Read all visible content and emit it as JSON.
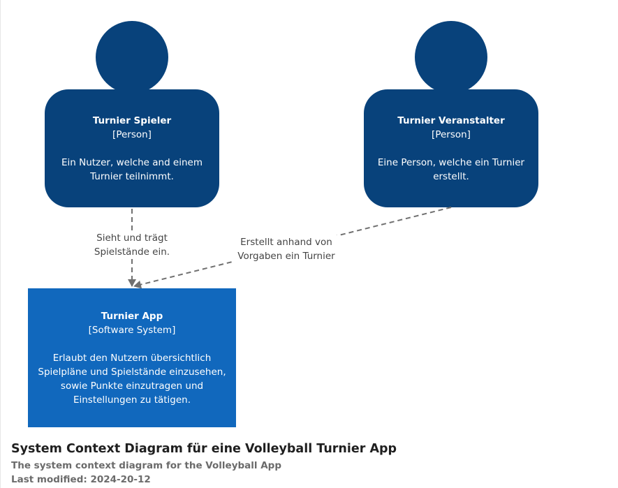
{
  "colors": {
    "person": "#08427B",
    "system": "#1168BD",
    "edge": "#707070"
  },
  "nodes": {
    "player": {
      "title": "Turnier Spieler",
      "type": "[Person]",
      "desc1": "Ein Nutzer, welche and einem",
      "desc2": "Turnier teilnimmt."
    },
    "organizer": {
      "title": "Turnier Veranstalter",
      "type": "[Person]",
      "desc1": "Eine Person, welche ein Turnier",
      "desc2": "erstellt."
    },
    "app": {
      "title": "Turnier App",
      "type": "[Software System]",
      "desc1": "Erlaubt den Nutzern übersichtlich",
      "desc2": "Spielpläne und Spielstände einzusehen,",
      "desc3": "sowie Punkte einzutragen und",
      "desc4": "Einstellungen zu tätigen."
    }
  },
  "edges": {
    "player_to_app": {
      "line1": "Sieht und trägt",
      "line2": "Spielstände ein."
    },
    "organizer_to_app": {
      "line1": "Erstellt anhand von",
      "line2": "Vorgaben ein Turnier"
    }
  },
  "footer": {
    "title": "System Context Diagram für eine Volleyball Turnier App",
    "subtitle": "The system context diagram for the Volleyball App",
    "modified": "Last modified: 2024-20-12"
  }
}
